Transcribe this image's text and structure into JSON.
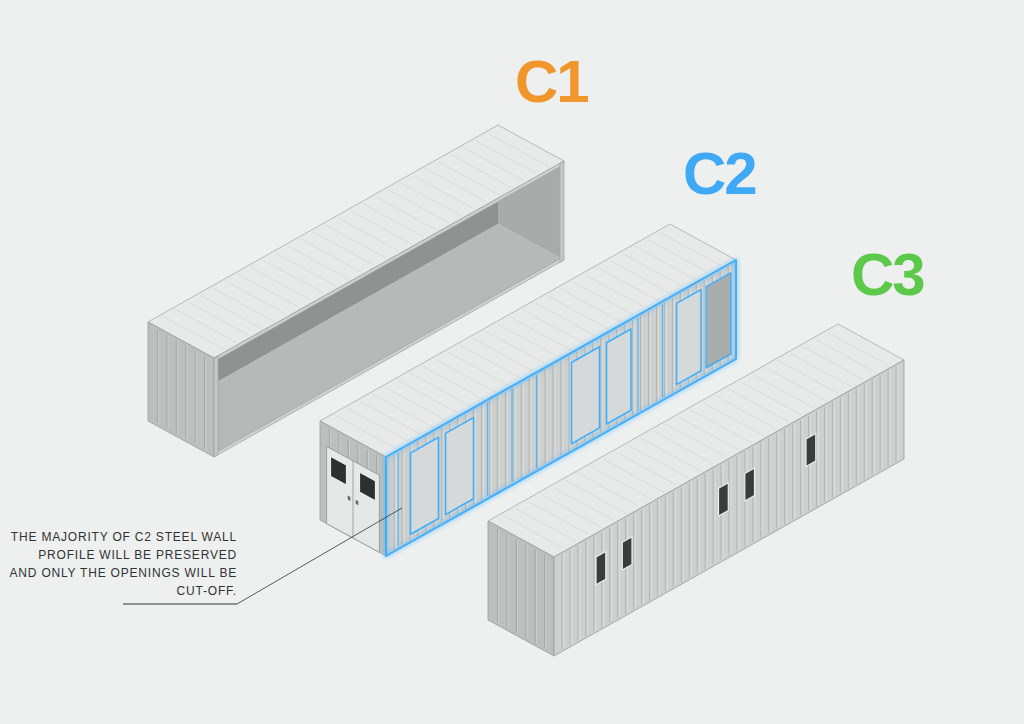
{
  "diagram": {
    "labels": [
      "C1",
      "C2",
      "C3",
      "THE MAJORITY OF C2 STEEL WALL PROFILE WILL BE PRESERVED AND ONLY THE OPENINGS WILL BE CUT-OFF."
    ]
  }
}
